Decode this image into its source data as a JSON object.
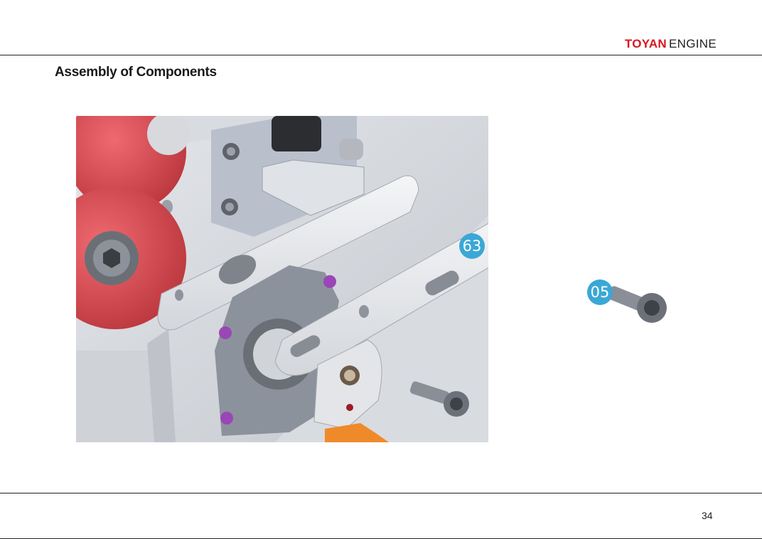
{
  "header": {
    "brand_primary": "TOYAN",
    "brand_secondary": "ENGINE"
  },
  "page": {
    "title": "Assembly of Components",
    "number": "34"
  },
  "figure": {
    "callouts": [
      {
        "id": "callout-63",
        "label": "63"
      },
      {
        "id": "callout-05",
        "label": "05"
      }
    ],
    "colors": {
      "pulley": "#d9434a",
      "plate": "#c8ccd2",
      "arm": "#e8eaed",
      "screw": "#7d828a",
      "callout": "#3ba7d6",
      "purple_screw": "#9a46b7",
      "orange_part": "#ef8a2a"
    }
  }
}
